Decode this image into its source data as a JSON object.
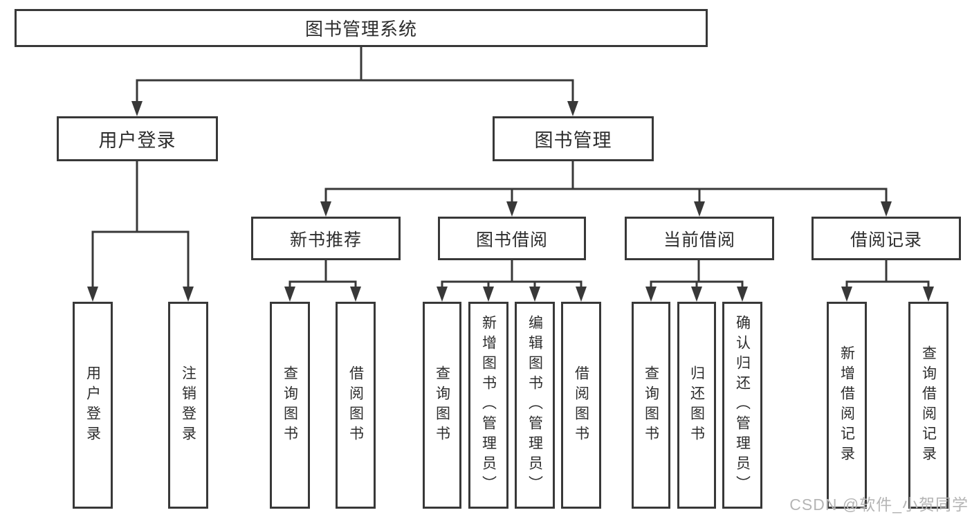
{
  "tree": {
    "label": "图书管理系统",
    "children": [
      {
        "label": "用户登录",
        "children": [
          {
            "label": "用户登录"
          },
          {
            "label": "注销登录"
          }
        ]
      },
      {
        "label": "图书管理",
        "children": [
          {
            "label": "新书推荐",
            "children": [
              {
                "label": "查询图书"
              },
              {
                "label": "借阅图书"
              }
            ]
          },
          {
            "label": "图书借阅",
            "children": [
              {
                "label": "查询图书"
              },
              {
                "label": "新增图书（管理员）"
              },
              {
                "label": "编辑图书（管理员）"
              },
              {
                "label": "借阅图书"
              }
            ]
          },
          {
            "label": "当前借阅",
            "children": [
              {
                "label": "查询图书"
              },
              {
                "label": "归还图书"
              },
              {
                "label": "确认归还（管理员）"
              }
            ]
          },
          {
            "label": "借阅记录",
            "children": [
              {
                "label": "新增借阅记录"
              },
              {
                "label": "查询借阅记录"
              }
            ]
          }
        ]
      }
    ]
  },
  "watermark": "CSDN @软件_小贺同学",
  "colors": {
    "line": "#383838",
    "text": "#2d2d2d",
    "watermark": "#b5b5b5",
    "background": "#ffffff"
  }
}
